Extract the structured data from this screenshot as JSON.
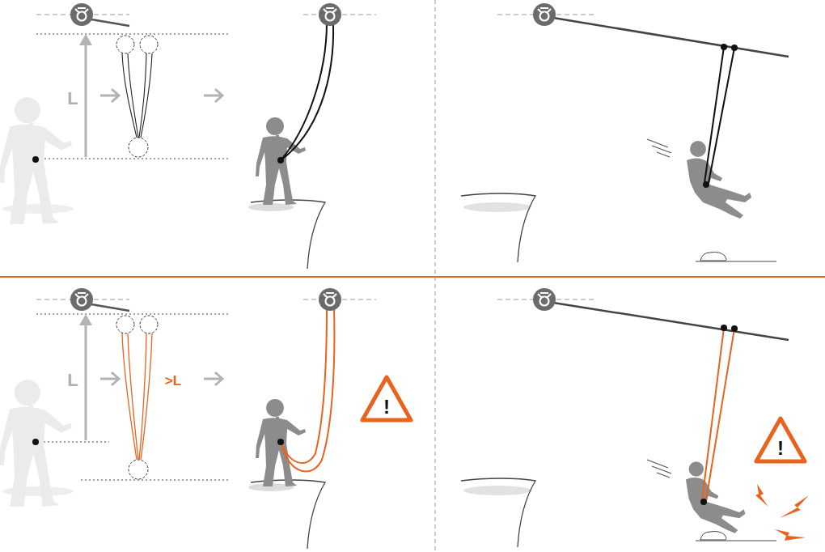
{
  "diagram": {
    "labels": [
      "L",
      "L",
      ">L",
      "!",
      "!"
    ]
  }
}
